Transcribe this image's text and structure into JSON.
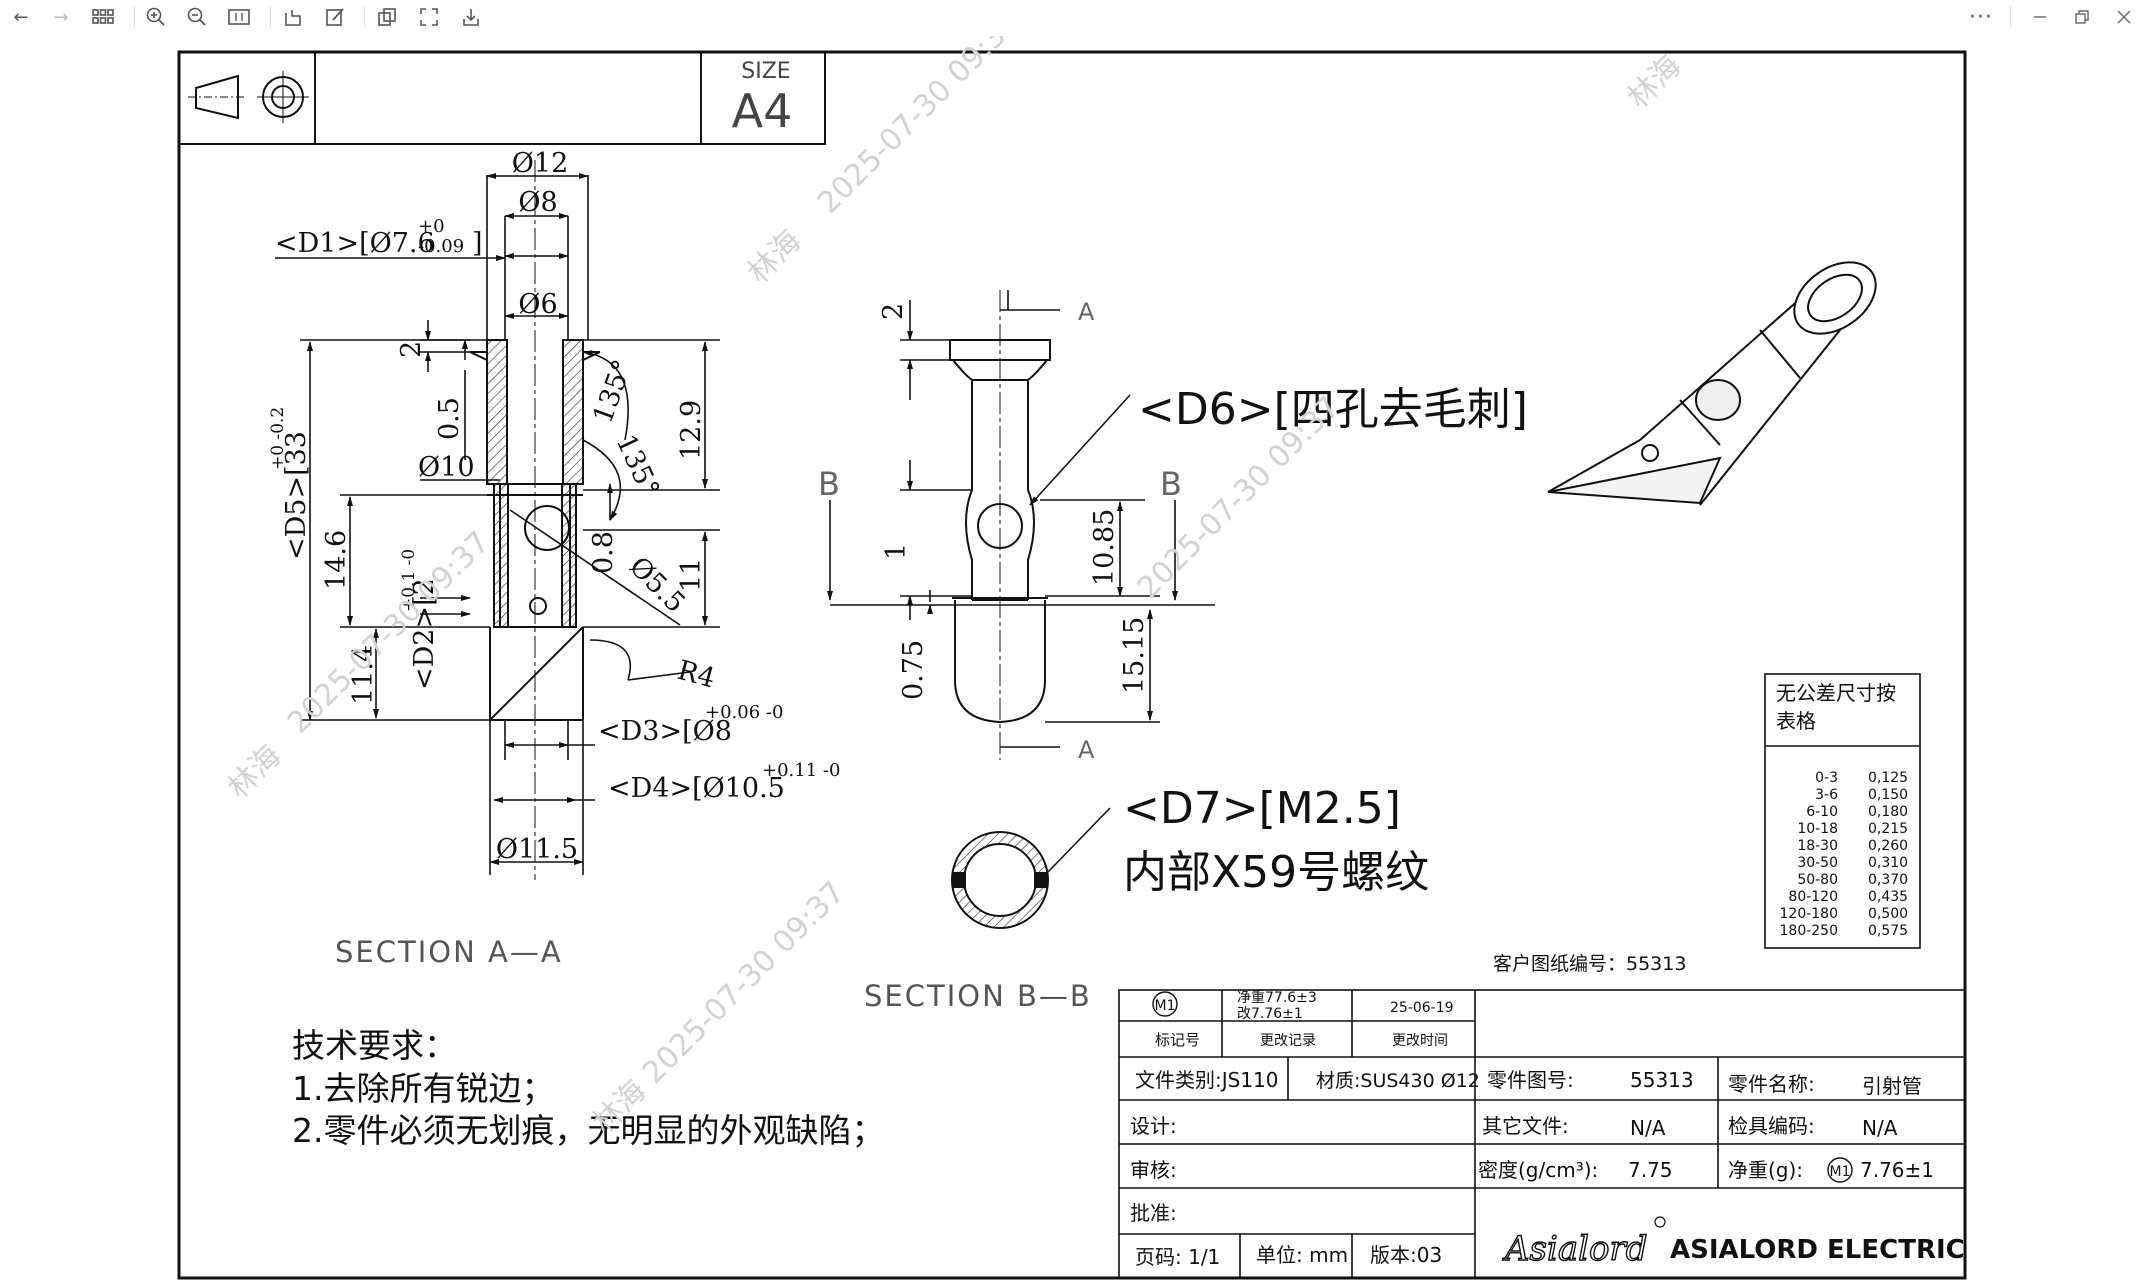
{
  "toolbar": {
    "items": [
      "back-icon",
      "forward-icon",
      "grid-icon",
      "zoom-in-icon",
      "zoom-out-icon",
      "fit-width-icon",
      "rotate-icon",
      "edit-icon",
      "copy-icon",
      "fullscreen-icon",
      "download-icon"
    ],
    "more_icon": "ellipsis-icon",
    "window": [
      "minimize-icon",
      "restore-icon",
      "close-icon"
    ]
  },
  "drawing": {
    "size_label": "SIZE",
    "size_value": "A4",
    "watermark_name": "林海",
    "watermark_time": "2025-07-30 09:37",
    "section_aa": "SECTION  A—A",
    "section_bb": "SECTION  B—B",
    "dims_left": {
      "d12": "Ø12",
      "d8": "Ø8",
      "d1": "<D1>[Ø7.6",
      "d1_tol_up": "+0",
      "d1_tol_dn": "-0.09",
      "d1_end": "]",
      "d6": "Ø6",
      "two": "2",
      "zero5": "0.5",
      "d10": "Ø10",
      "a135a": "135°",
      "a135b": "135°",
      "h129": "12.9",
      "d5": "<D5>[33",
      "d5_tol": "+0 -0.2",
      "h146": "14.6",
      "d2": "<D2>[2",
      "d2_tol": "+0.1 -0",
      "zero8": "0.8",
      "d55": "Ø5.5",
      "h11": "11",
      "h114": "11.4",
      "r4": "R4",
      "d3": "<D3>[Ø8",
      "d3_tol": "+0.06 -0",
      "d4": "<D4>[Ø10.5",
      "d4_tol": "+0.11 -0",
      "d115": "Ø11.5"
    },
    "dims_mid": {
      "two": "2",
      "A": "A",
      "B": "B",
      "one": "1",
      "h1085": "10.85",
      "h075": "0.75",
      "h1515": "15.15",
      "d6": "<D6>[四孔去毛刺]",
      "d7": "<D7>[M2.5]",
      "d7b": "内部X59号螺纹"
    },
    "tolerance_table": {
      "title": "无公差尺寸按表格",
      "rows": [
        [
          "0-3",
          "0,125"
        ],
        [
          "3-6",
          "0,150"
        ],
        [
          "6-10",
          "0,180"
        ],
        [
          "10-18",
          "0,215"
        ],
        [
          "18-30",
          "0,260"
        ],
        [
          "30-50",
          "0,310"
        ],
        [
          "50-80",
          "0,370"
        ],
        [
          "80-120",
          "0,435"
        ],
        [
          "120-180",
          "0,500"
        ],
        [
          "180-250",
          "0,575"
        ]
      ]
    },
    "customer_no": "客户图纸编号：55313",
    "tech_req": {
      "title": "技术要求：",
      "items": [
        "1.去除所有锐边；",
        "2.零件必须无划痕，无明显的外观缺陷；"
      ]
    },
    "title_block": {
      "m1": "M1",
      "net_weight_change": "净重77.6±3",
      "net_weight_change2": "改7.76±1",
      "change_date": "25-06-19",
      "mark_no": "标记号",
      "change_record": "更改记录",
      "change_time": "更改时间",
      "file_type": "文件类别:JS110",
      "material": "材质:SUS430 Ø12",
      "part_no_label": "零件图号:",
      "part_no": "55313",
      "part_name_label": "零件名称:",
      "part_name": "引射管",
      "design": "设计:",
      "other_files_label": "其它文件:",
      "other_files": "N/A",
      "gauge_label": "检具编码:",
      "gauge": "N/A",
      "review": "审核:",
      "density_label": "密度(g/cm³):",
      "density": "7.75",
      "net_weight_label": "净重(g):",
      "net_weight": "7.76±1",
      "approve": "批准:",
      "page": "页码: 1/1",
      "unit": "单位: mm",
      "version": "版本:03",
      "logo_script": "Asialord",
      "logo_text": "ASIALORD ELECTRIC"
    }
  }
}
